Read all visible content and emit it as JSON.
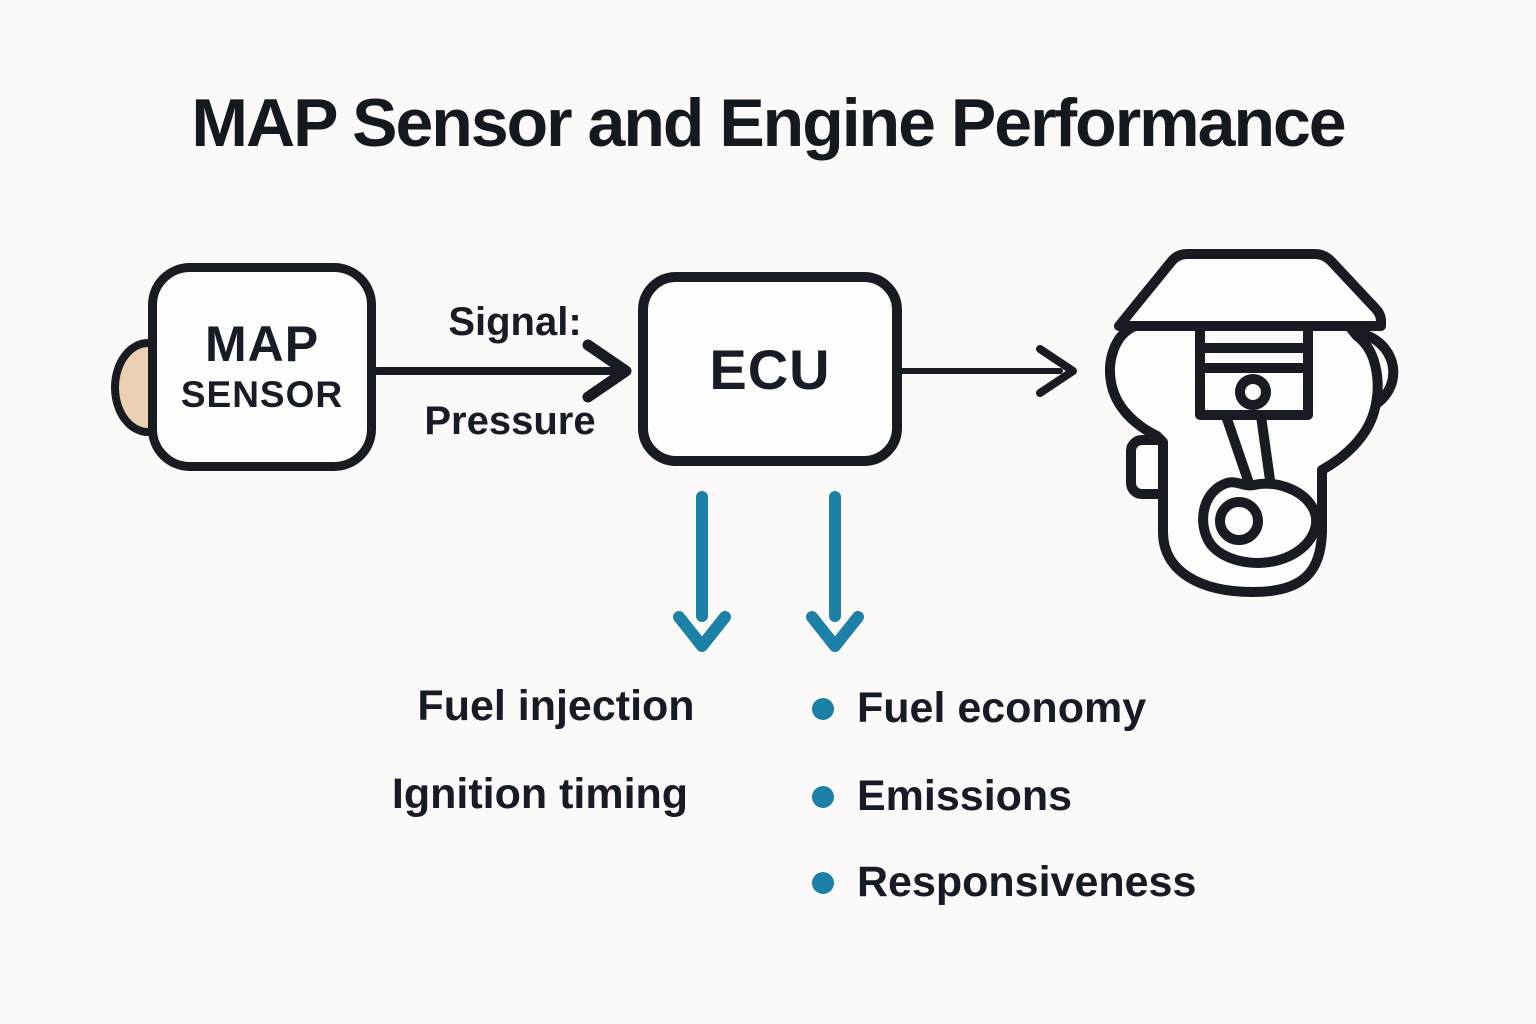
{
  "title": "MAP Sensor and Engine Performance",
  "colors": {
    "ink": "#181c22",
    "teal_accent": "#1d80a6",
    "sensor_port_tan": "#ebd0b3",
    "background": "#fbfaf8"
  },
  "diagram": {
    "map_sensor_box": {
      "line1": "MAP",
      "line2": "SENSOR"
    },
    "signal_label": {
      "top": "Signal:",
      "bottom": "Pressure"
    },
    "ecu_box": {
      "label": "ECU"
    },
    "icons": {
      "engine": "engine-piston-icon",
      "sensor_port": "sensor-port-bump",
      "flow_arrows": "right-arrow",
      "output_arrows": "down-arrow",
      "bullet": "teal-dot"
    },
    "ecu_outputs": [
      "Fuel injection",
      "Ignition timing"
    ],
    "performance_results": [
      "Fuel economy",
      "Emissions",
      "Responsiveness"
    ]
  }
}
